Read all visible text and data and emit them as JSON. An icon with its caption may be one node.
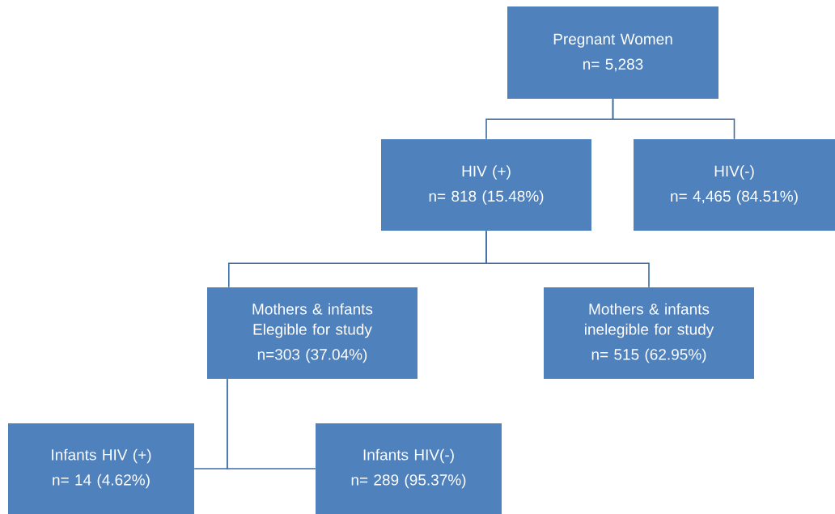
{
  "diagram": {
    "nodes": [
      {
        "text": [
          "Pregnant Women",
          "n= 5,283"
        ]
      },
      {
        "text": [
          "HIV (+)",
          "n= 818 (15.48%)"
        ]
      },
      {
        "text": [
          "HIV(-)",
          "n= 4,465 (84.51%)"
        ]
      },
      {
        "text": [
          "Mothers & infants Elegible for study",
          "n=303 (37.04%)"
        ]
      },
      {
        "text": [
          "Mothers & infants inelegible for study",
          "n= 515 (62.95%)"
        ]
      },
      {
        "text": [
          "Infants HIV (+)",
          "n= 14 (4.62%)"
        ]
      },
      {
        "text": [
          "Infants HIV(-)",
          "n= 289 (95.37%)"
        ]
      }
    ],
    "edges": [
      {
        "from": 0,
        "to": 1,
        "arrow": "none"
      },
      {
        "from": 0,
        "to": 2,
        "arrow": "none"
      },
      {
        "from": 1,
        "to": 3,
        "arrow": "none"
      },
      {
        "from": 1,
        "to": 4,
        "arrow": "none"
      },
      {
        "from": 3,
        "to": 5,
        "arrow": "none"
      },
      {
        "from": 3,
        "to": 6,
        "arrow": "none"
      }
    ]
  }
}
